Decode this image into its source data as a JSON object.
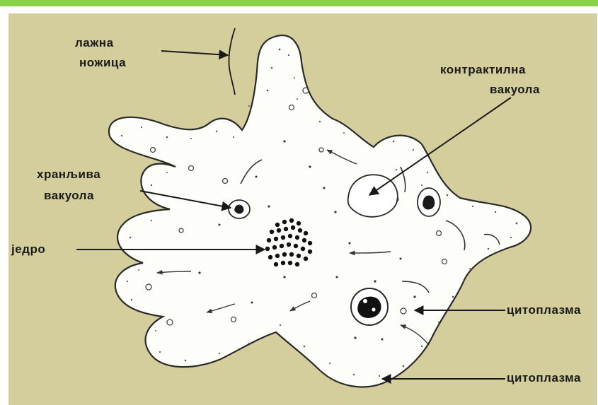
{
  "colors": {
    "top_bar": "#8ad14a",
    "background": "#d4ce9c",
    "cell_fill": "#fdfdf9",
    "ink": "#1a1a1a"
  },
  "labels": {
    "pseudopod_line1": "лажна",
    "pseudopod_line2": "ножица",
    "contractile_line1": "контрактилна",
    "contractile_line2": "вакуола",
    "food_line1": "хранљива",
    "food_line2": "вакуола",
    "nucleus": "једро",
    "cytoplasm_1": "цитоплазма",
    "cytoplasm_2": "цитоплазма"
  }
}
